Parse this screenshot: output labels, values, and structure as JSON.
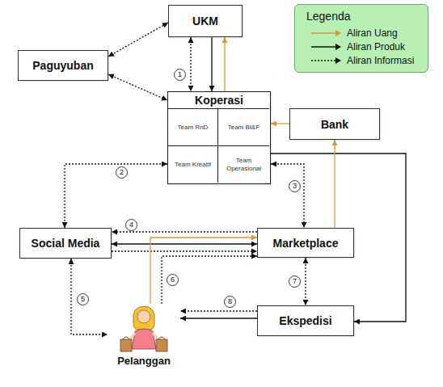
{
  "diagram": {
    "nodes": [
      {
        "text": [
          "UKM"
        ]
      },
      {
        "text": [
          "Paguyuban"
        ]
      },
      {
        "text": [
          "Koperasi"
        ]
      },
      {
        "text": [
          "Team RnD"
        ],
        "in": 2
      },
      {
        "text": [
          "Team BI&F"
        ],
        "in": 2
      },
      {
        "text": [
          "Team Kreatif"
        ],
        "in": 2
      },
      {
        "text": [
          "Team Operasional"
        ],
        "in": 2
      },
      {
        "text": [
          "Bank"
        ]
      },
      {
        "text": [
          "Social Media"
        ]
      },
      {
        "text": [
          "Marketplace"
        ]
      },
      {
        "text": [
          "Ekspedisi"
        ]
      },
      {
        "text": [
          "Pelanggan"
        ]
      }
    ],
    "edges": [
      {
        "from": 0,
        "to": 2,
        "arrow": "both"
      },
      {
        "from": 0,
        "to": 2,
        "arrow": "to"
      },
      {
        "from": 2,
        "to": 0,
        "arrow": "to"
      },
      {
        "from": 1,
        "to": 0,
        "arrow": "both"
      },
      {
        "from": 1,
        "to": 2,
        "arrow": "both"
      },
      {
        "from": 7,
        "to": 2,
        "arrow": "to"
      },
      {
        "from": 2,
        "to": 8,
        "arrow": "both"
      },
      {
        "from": 2,
        "to": 9,
        "arrow": "both"
      },
      {
        "from": 2,
        "to": 10,
        "arrow": "to"
      },
      {
        "from": 9,
        "to": 8,
        "arrow": "to"
      },
      {
        "from": 9,
        "to": 8,
        "arrow": "both"
      },
      {
        "from": 8,
        "to": 9,
        "arrow": "to"
      },
      {
        "from": 11,
        "to": 9,
        "arrow": "to"
      },
      {
        "from": 11,
        "to": 9,
        "arrow": "to"
      },
      {
        "from": 9,
        "to": 7,
        "arrow": "to"
      },
      {
        "from": 8,
        "to": 11,
        "arrow": "both"
      },
      {
        "from": 9,
        "to": 10,
        "arrow": "both"
      },
      {
        "from": 10,
        "to": 11,
        "arrow": "to"
      },
      {
        "from": 10,
        "to": 11,
        "arrow": "to"
      }
    ],
    "labels": [
      "Legenda",
      "1",
      "2",
      "3",
      "4",
      "5",
      "6",
      "7",
      "8"
    ],
    "legend": [
      {
        "text": "Aliran Uang"
      },
      {
        "text": "Aliran Produk"
      },
      {
        "text": "Aliran Informasi"
      }
    ]
  }
}
